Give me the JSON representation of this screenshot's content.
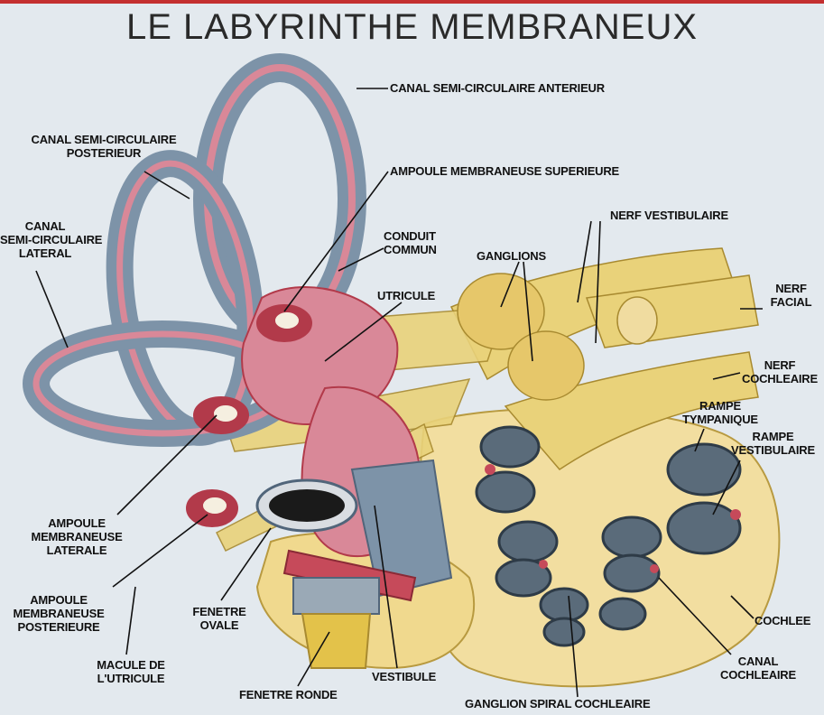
{
  "title": "LE LABYRINTHE MEMBRANEUX",
  "labels": {
    "canal_ant": "CANAL SEMI-CIRCULAIRE ANTERIEUR",
    "canal_post": "CANAL SEMI-CIRCULAIRE\nPOSTERIEUR",
    "canal_lat": "CANAL\nSEMI-CIRCULAIRE\nLATERAL",
    "ampoule_sup": "AMPOULE MEMBRANEUSE SUPERIEURE",
    "conduit": "CONDUIT\nCOMMUN",
    "ganglions": "GANGLIONS",
    "nerf_vest": "NERF VESTIBULAIRE",
    "utricule": "UTRICULE",
    "nerf_facial": "NERF\nFACIAL",
    "nerf_coch": "NERF\nCOCHLEAIRE",
    "rampe_tymp": "RAMPE\nTYMPANIQUE",
    "rampe_vest": "RAMPE\nVESTIBULAIRE",
    "ampoule_lat": "AMPOULE\nMEMBRANEUSE\nLATERALE",
    "ampoule_post": "AMPOULE\nMEMBRANEUSE\nPOSTERIEURE",
    "fenetre_ovale": "FENETRE\nOVALE",
    "macule": "MACULE DE\nL'UTRICULE",
    "fenetre_ronde": "FENETRE RONDE",
    "vestibule": "VESTIBULE",
    "cochlee": "COCHLEE",
    "canal_coch": "CANAL\nCOCHLEAIRE",
    "ganglion_spiral": "GANGLION SPIRAL COCHLEAIRE"
  },
  "colors": {
    "bony": "#7d93a8",
    "bony_dark": "#51657a",
    "membrane": "#d98898",
    "membrane_dark": "#b23a4a",
    "nerve": "#e9d27a",
    "nerve_dark": "#a88a30",
    "cochlea_bg": "#f2dea0"
  }
}
